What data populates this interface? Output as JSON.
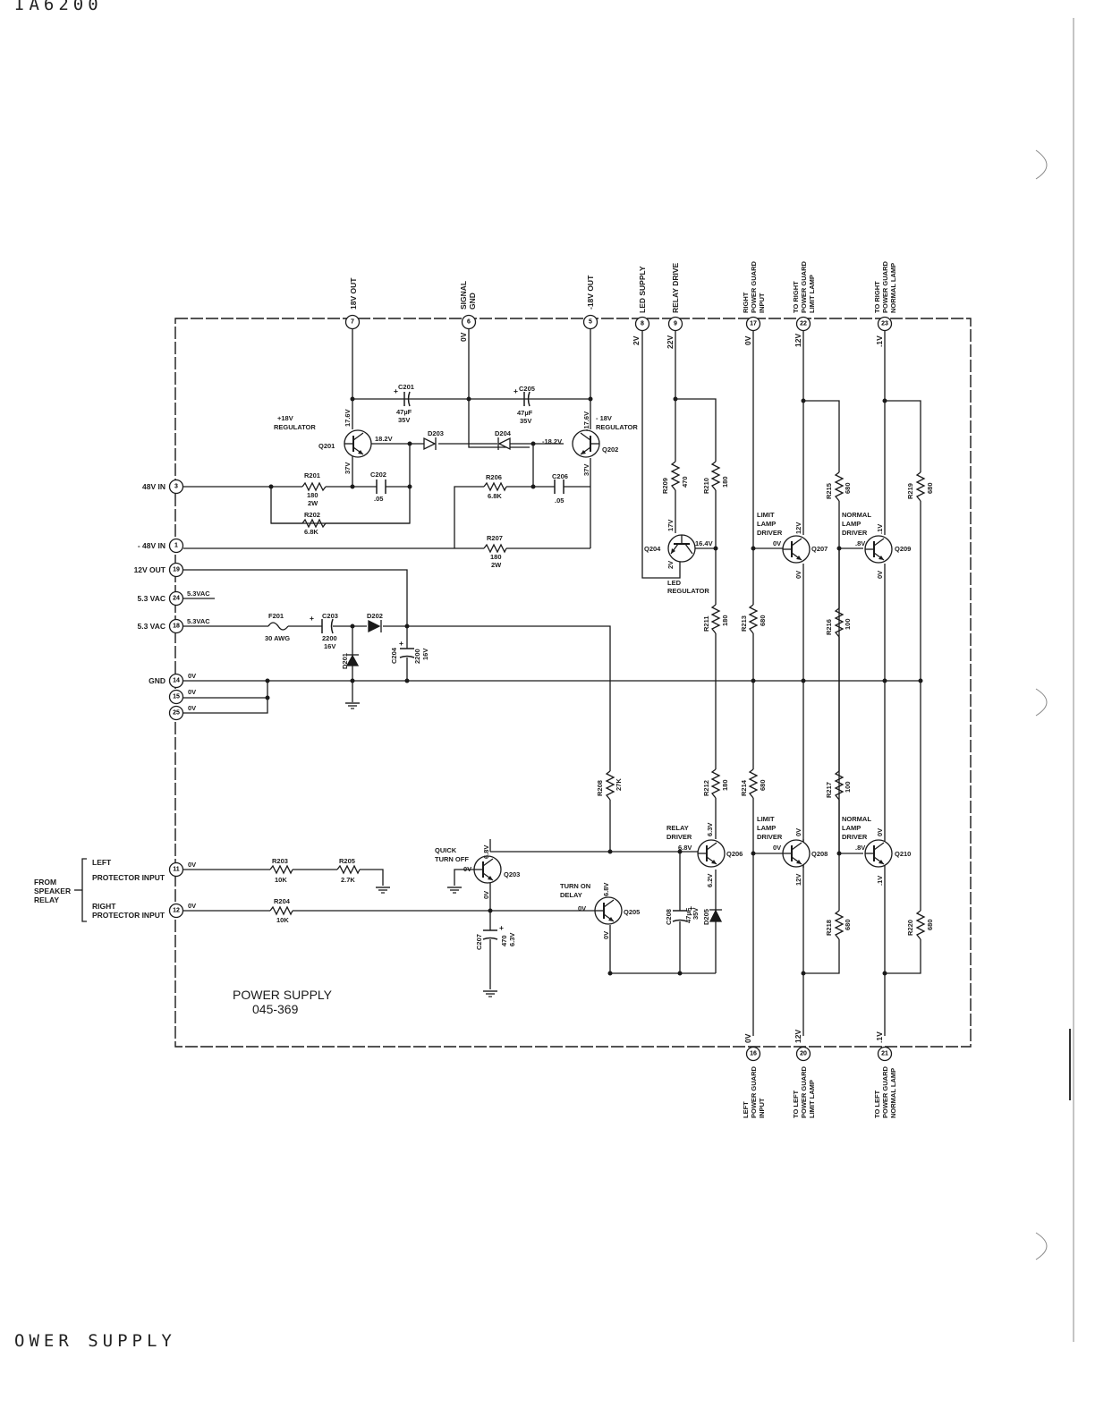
{
  "header": {
    "top_code": "IA6200",
    "bottom_title": "OWER SUPPLY"
  },
  "board": {
    "title": "POWER SUPPLY",
    "part_number": "045-369"
  },
  "top_connectors": {
    "p7": {
      "num": "7",
      "label": "18V OUT"
    },
    "p6": {
      "num": "6",
      "label1": "SIGNAL",
      "label2": "GND",
      "volt": "0V"
    },
    "p5": {
      "num": "5",
      "label": "-18V OUT"
    },
    "p8": {
      "num": "8",
      "label": "LED SUPPLY",
      "volt": "2V"
    },
    "p9": {
      "num": "9",
      "label": "RELAY DRIVE",
      "volt": "22V"
    },
    "p17": {
      "num": "17",
      "label1": "RIGHT",
      "label2": "POWER GUARD",
      "label3": "INPUT",
      "volt": "0V"
    },
    "p22": {
      "num": "22",
      "label1": "TO RIGHT",
      "label2": "POWER GUARD",
      "label3": "LIMIT LAMP",
      "volt": "12V"
    },
    "p23": {
      "num": "23",
      "label1": "TO RIGHT",
      "label2": "POWER GUARD",
      "label3": "NORMAL LAMP",
      "volt": ".1V"
    }
  },
  "left_connectors": {
    "p3": {
      "num": "3",
      "label": "48V IN"
    },
    "p1": {
      "num": "1",
      "label": "- 48V IN"
    },
    "p19": {
      "num": "19",
      "label": "12V OUT"
    },
    "p24": {
      "num": "24",
      "label": "5.3 VAC",
      "inner": "5.3VAC"
    },
    "p18": {
      "num": "18",
      "label": "5.3 VAC",
      "inner": "5.3VAC"
    },
    "p14": {
      "num": "14",
      "label": "GND",
      "inner": "0V"
    },
    "p15": {
      "num": "15",
      "inner": "0V"
    },
    "p25": {
      "num": "25",
      "inner": "0V"
    },
    "p11": {
      "num": "11",
      "label1": "LEFT",
      "label2": "PROTECTOR INPUT",
      "inner": "0V"
    },
    "p12": {
      "num": "12",
      "label1": "RIGHT",
      "label2": "PROTECTOR INPUT",
      "inner": "0V"
    }
  },
  "bottom_connectors": {
    "p16": {
      "num": "16",
      "label1": "LEFT",
      "label2": "POWER GUARD",
      "label3": "INPUT",
      "volt": "0V"
    },
    "p20": {
      "num": "20",
      "label1": "TO LEFT",
      "label2": "POWER GUARD",
      "label3": "LIMIT LAMP",
      "volt": "12V"
    },
    "p21": {
      "num": "21",
      "label1": "TO LEFT",
      "label2": "POWER GUARD",
      "label3": "NORMAL LAMP",
      "volt": ".1V"
    }
  },
  "speaker_relay": {
    "l1": "FROM",
    "l2": "SPEAKER",
    "l3": "RELAY"
  },
  "components": {
    "c201": {
      "ref": "C201",
      "v1": "47µF",
      "v2": "35V"
    },
    "c205": {
      "ref": "C205",
      "v1": "47µF",
      "v2": "35V"
    },
    "reg_pos": {
      "l1": "+18V",
      "l2": "REGULATOR"
    },
    "reg_neg": {
      "l1": "- 18V",
      "l2": "REGULATOR"
    },
    "q201": {
      "ref": "Q201",
      "vc": "17.6V",
      "ve": "18.2V",
      "vb": "37V"
    },
    "q202": {
      "ref": "Q202",
      "vc": "-17.6V",
      "vb": "-18.2V",
      "ve": "37V"
    },
    "d203": {
      "ref": "D203"
    },
    "d204": {
      "ref": "D204"
    },
    "r201": {
      "ref": "R201",
      "v1": "180",
      "v2": "2W"
    },
    "r202": {
      "ref": "R202",
      "v1": "6.8K"
    },
    "c202": {
      "ref": "C202",
      "v1": ".05"
    },
    "r206": {
      "ref": "R206",
      "v1": "6.8K"
    },
    "c206": {
      "ref": "C206",
      "v1": ".05"
    },
    "r207": {
      "ref": "R207",
      "v1": "180",
      "v2": "2W"
    },
    "f201": {
      "ref": "F201",
      "v1": "30 AWG"
    },
    "c203": {
      "ref": "C203",
      "v1": "2200",
      "v2": "16V"
    },
    "d202": {
      "ref": "D202"
    },
    "d201": {
      "ref": "D201"
    },
    "c204": {
      "ref": "C204",
      "v1": "2200",
      "v2": "16V"
    },
    "r209": {
      "ref": "R209",
      "v1": "470"
    },
    "r210": {
      "ref": "R210",
      "v1": "180"
    },
    "q204": {
      "ref": "Q204",
      "vc": "17V",
      "ve": "16.4V",
      "vb": "2V",
      "l1": "LED",
      "l2": "REGULATOR"
    },
    "r211": {
      "ref": "R211",
      "v1": "180"
    },
    "r212": {
      "ref": "R212",
      "v1": "180"
    },
    "r213": {
      "ref": "R213",
      "v1": "680"
    },
    "r214": {
      "ref": "R214",
      "v1": "680"
    },
    "r215": {
      "ref": "R215",
      "v1": "680"
    },
    "r216": {
      "ref": "R216",
      "v1": "100"
    },
    "r217": {
      "ref": "R217",
      "v1": "100"
    },
    "r218": {
      "ref": "R218",
      "v1": "680"
    },
    "r219": {
      "ref": "R219",
      "v1": "680"
    },
    "r220": {
      "ref": "R220",
      "v1": "680"
    },
    "q207": {
      "ref": "Q207",
      "l1": "LIMIT",
      "l2": "LAMP",
      "l3": "DRIVER",
      "vb": "0V",
      "vc": "12V",
      "ve": "0V"
    },
    "q209": {
      "ref": "Q209",
      "l1": "NORMAL",
      "l2": "LAMP",
      "l3": "DRIVER",
      "vb": ".8V",
      "vc": ".1V",
      "ve": "0V"
    },
    "q208": {
      "ref": "Q208",
      "l1": "LIMIT",
      "l2": "LAMP",
      "l3": "DRIVER",
      "vb": "0V",
      "vc": "0V",
      "ve": "12V"
    },
    "q210": {
      "ref": "Q210",
      "l1": "NORMAL",
      "l2": "LAMP",
      "l3": "DRIVER",
      "vb": ".8V",
      "vc": "0V",
      "ve": ".1V"
    },
    "r208": {
      "ref": "R208",
      "v1": "27K"
    },
    "q203": {
      "ref": "Q203",
      "l1": "QUICK",
      "l2": "TURN OFF",
      "vb": "0V",
      "vc": "6.8V",
      "ve": "0V"
    },
    "q205": {
      "ref": "Q205",
      "l1": "TURN ON",
      "l2": "DELAY",
      "vb": "0V",
      "vc": "6.8V",
      "ve": "0V"
    },
    "q206": {
      "ref": "Q206",
      "l1": "RELAY",
      "l2": "DRIVER",
      "vb": "6.8V",
      "vc": "6.3V",
      "ve": "6.2V"
    },
    "c208": {
      "ref": "C208",
      "v1": "47µF",
      "v2": "35V"
    },
    "d205": {
      "ref": "D205"
    },
    "c207": {
      "ref": "C207",
      "v1": "470",
      "v2": "6.3V"
    },
    "r203": {
      "ref": "R203",
      "v1": "10K"
    },
    "r205": {
      "ref": "R205",
      "v1": "2.7K"
    },
    "r204": {
      "ref": "R204",
      "v1": "10K"
    }
  }
}
